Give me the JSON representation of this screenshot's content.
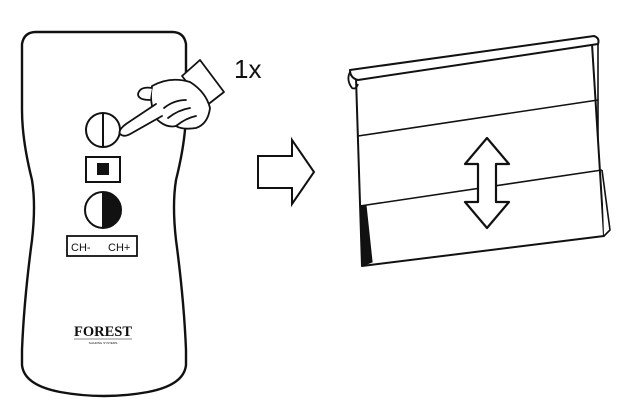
{
  "remote": {
    "channel_down_label": "CH-",
    "channel_up_label": "CH+",
    "brand": "FOREST",
    "brand_tagline": "SHADING SYSTEMS"
  },
  "instruction": {
    "press_count": "1x"
  },
  "icons": {
    "hand": "pointing-hand-icon",
    "arrow": "right-outline-arrow-icon",
    "movement": "up-down-double-arrow-icon",
    "open_button": "half-circle-open-icon",
    "stop_button": "stop-square-icon",
    "close_button": "half-circle-close-icon"
  },
  "colors": {
    "stroke": "#111111",
    "fill": "#ffffff"
  }
}
